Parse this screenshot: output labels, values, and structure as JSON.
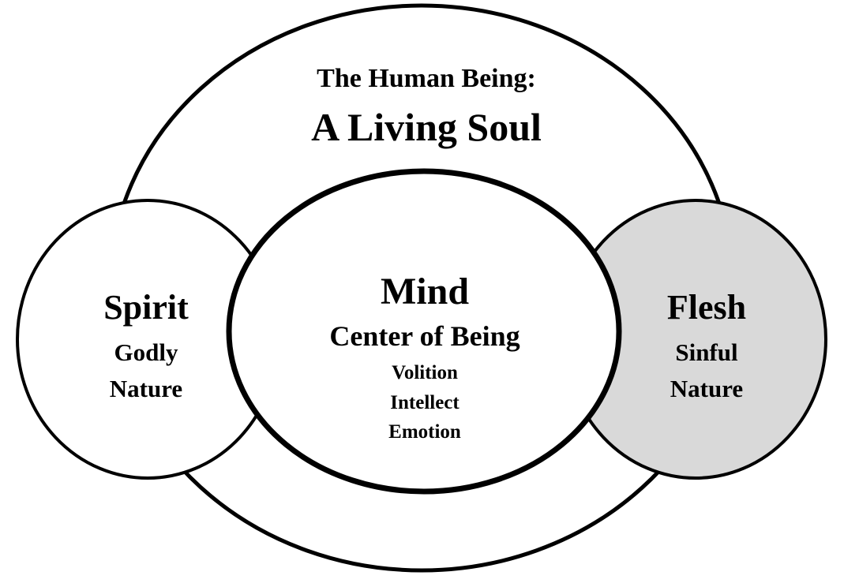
{
  "title": {
    "line1": "The Human Being:",
    "line2": "A Living Soul"
  },
  "spirit": {
    "heading": "Spirit",
    "line1": "Godly",
    "line2": "Nature",
    "fill": "#ffffff"
  },
  "mind": {
    "heading": "Mind",
    "subheading": "Center of Being",
    "items": [
      "Volition",
      "Intellect",
      "Emotion"
    ],
    "fill": "#ffffff"
  },
  "flesh": {
    "heading": "Flesh",
    "line1": "Sinful",
    "line2": "Nature",
    "fill": "#d9d9d9"
  },
  "colors": {
    "stroke": "#000000",
    "background": "#ffffff"
  }
}
